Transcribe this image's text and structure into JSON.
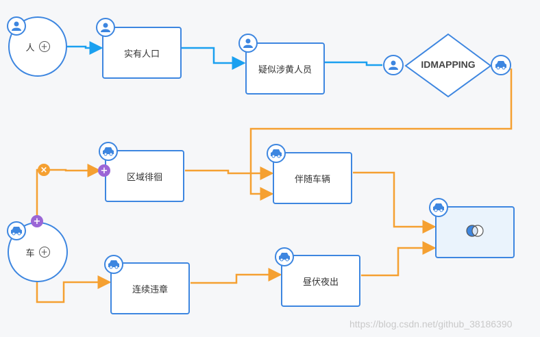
{
  "nodes": {
    "person_start": {
      "label": "人"
    },
    "real_population": {
      "label": "实有人口"
    },
    "suspected_person": {
      "label": "疑似涉黄人员"
    },
    "idmapping": {
      "label": "IDMAPPING"
    },
    "car_start": {
      "label": "车"
    },
    "area_linger": {
      "label": "区域徘徊"
    },
    "accompany_vehicle": {
      "label": "伴随车辆"
    },
    "consecutive_violation": {
      "label": "连续违章"
    },
    "day_hide_night_out": {
      "label": "昼伏夜出"
    },
    "result": {
      "label": ""
    }
  },
  "icons": {
    "person": "person-icon",
    "car": "car-icon",
    "plus": "plus-icon",
    "close": "close-icon",
    "intersect": "intersect-icon"
  },
  "colors": {
    "blue_edge": "#1aa0f0",
    "orange_edge": "#f5a031",
    "node_border": "#3d86e0",
    "purple_dot": "#9b66d6",
    "orange_dot": "#f5a031"
  },
  "watermark": "https://blog.csdn.net/github_38186390"
}
